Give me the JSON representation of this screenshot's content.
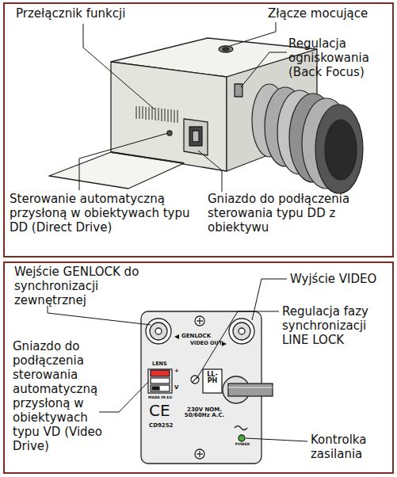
{
  "diagram": {
    "nodes": [
      {
        "text": [
          "Przełącznik funkcji",
          "Złącze mocujące",
          "Regulacja ogniskowania (Back Focus)",
          "Sterowanie automatyczną przysłoną w obiektywach typu DD (Direct Drive)",
          "Gniazdo do podłączenia sterowania typu DD z obiektywu"
        ]
      },
      {
        "text": [
          "Wejście GENLOCK do synchronizacji zewnętrznej",
          "Wyjście VIDEO",
          "Regulacja fazy synchronizacji LINE LOCK",
          "Gniazdo do podłączenia sterowania automatyczną przysłoną w obiektywach typu VD (Video Drive)",
          "Kontrolka zasilania"
        ]
      }
    ],
    "labels": [
      "GENLOCK",
      "VIDEO OUT",
      "LENS",
      "+",
      "V",
      "LL-PH",
      "MADE IN EU",
      "CE",
      "CD9252",
      "230V NOM. 50/60Hz A.C.",
      "POWER"
    ]
  }
}
